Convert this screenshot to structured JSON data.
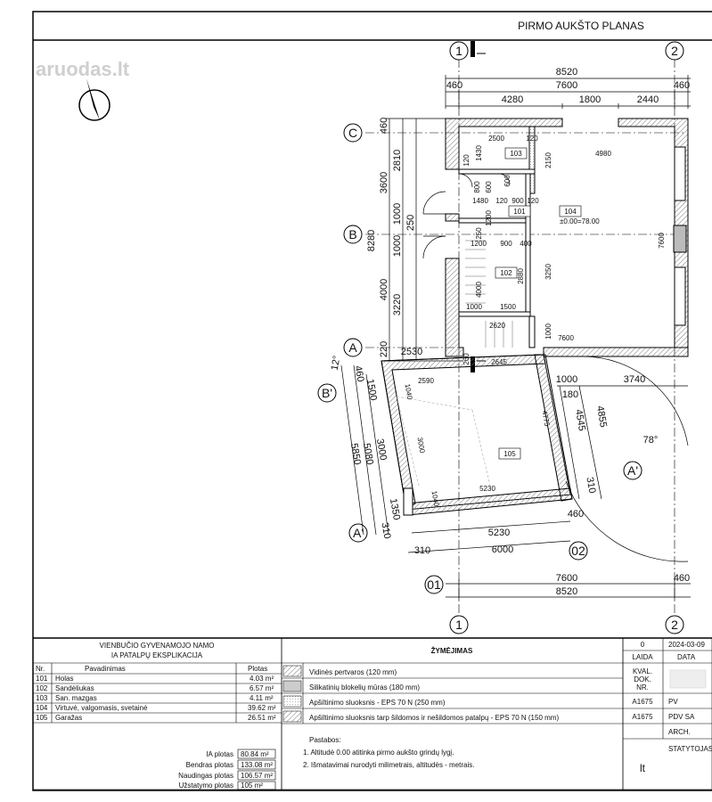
{
  "header": {
    "title": "PIRMO AUKŠTO PLANAS"
  },
  "watermark": {
    "text": "aruodas.lt"
  },
  "grid": {
    "top_1": "1",
    "top_2": "2",
    "bottom_1": "1",
    "bottom_2": "2",
    "c": "C",
    "b": "B",
    "a": "A",
    "b_prime": "B'",
    "a_prime_left": "A'",
    "a_prime_right": "A'",
    "g01": "01",
    "g02": "02"
  },
  "dims": {
    "top_total": "8520",
    "top_460_left": "460",
    "top_7600": "7600",
    "top_460_right": "460",
    "top_4280": "4280",
    "top_1800": "1800",
    "top_2440": "2440",
    "left_460": "460",
    "left_3600": "3600",
    "left_2810": "2810",
    "left_8280": "8280",
    "left_1000a": "1000",
    "left_250": "250",
    "left_1000b": "1000",
    "left_4000": "4000",
    "left_3220": "3220",
    "left_220": "220",
    "left_2530": "2530",
    "in_2500": "2500",
    "in_120a": "120",
    "in_1430": "1430",
    "in_120b": "120",
    "in_2150": "2150",
    "in_4980": "4980",
    "in_800": "800",
    "in_600a": "600",
    "in_600b": "600",
    "in_1480": "1480",
    "in_120c": "120",
    "in_900a": "900",
    "in_120d": "120",
    "in_1200a": "1200",
    "in_250": "250",
    "in_1200b": "1200",
    "in_900b": "900",
    "in_400": "400",
    "in_7600v": "7600",
    "in_2880": "2880",
    "in_3250": "3250",
    "in_4000": "4000",
    "in_1000a": "1000",
    "in_1500": "1500",
    "in_2620": "2620",
    "in_1000b": "1000",
    "in_7600h": "7600",
    "in_260": "260",
    "in_2645": "2645",
    "r_1000": "1000",
    "r_3740": "3740",
    "r_180": "180",
    "r_4545": "4545",
    "r_4855": "4855",
    "r_78": "78°",
    "r_310": "310",
    "g_2590": "2590",
    "g_1040a": "1040",
    "g_3000": "3000",
    "g_4775": "4775",
    "g_5230a": "5230",
    "g_1040b": "1040",
    "l_12": "12°",
    "l_460": "460",
    "l_1500": "1500",
    "l_5850": "5850",
    "l_5080": "5080",
    "l_3000": "3000",
    "l_1350": "1350",
    "l_310": "310",
    "b_5230": "5230",
    "b_460": "460",
    "b_310": "310",
    "b_6000": "6000",
    "b_7600": "7600",
    "b_460b": "460",
    "b_8520": "8520"
  },
  "rooms": {
    "r103": "103",
    "r101": "101",
    "r104": "104",
    "r104_level": "±0.00=78.00",
    "r102": "102",
    "r105": "105"
  },
  "legend_left": {
    "title_line1": "VIENBUČIO GYVENAMOJO NAMO",
    "title_line2": "IA PATALPŲ EKSPLIKACIJA",
    "col_nr": "Nr.",
    "col_name": "Pavadinimas",
    "col_area": "Plotas",
    "rows": [
      {
        "nr": "101",
        "name": "Holas",
        "area": "4.03 m²"
      },
      {
        "nr": "102",
        "name": "Sandėliukas",
        "area": "6.57 m²"
      },
      {
        "nr": "103",
        "name": "San. mazgas",
        "area": "4.11 m²"
      },
      {
        "nr": "104",
        "name": "Virtuvė, valgomasis, svetainė",
        "area": "39.62 m²"
      },
      {
        "nr": "105",
        "name": "Garažas",
        "area": "26.51 m²"
      }
    ],
    "totals": [
      {
        "label": "IA plotas",
        "value": "80.84 m²"
      },
      {
        "label": "Bendras plotas",
        "value": "133.08 m²"
      },
      {
        "label": "Naudingas plotas",
        "value": "106.57 m²"
      },
      {
        "label": "Užstatymo plotas",
        "value": "105 m²"
      }
    ]
  },
  "legend_mid": {
    "title": "ŽYMĖJIMAS",
    "items": [
      "Vidinės pertvaros (120 mm)",
      "Silikatinių blokelių mūras (180 mm)",
      "Apšiltinimo sluoksnis - EPS 70 N (250 mm)",
      "Apšiltinimo sluoksnis tarp šildomos ir nešildomos patalpų - EPS 70 N (150 mm)"
    ],
    "notes_title": "Pastabos:",
    "notes": [
      "1. Altitudė  0.00 atitinka pirmo aukšto grindų lygį.",
      "2. Išmatavimai nurodyti milimetrais, altitudės - metrais."
    ]
  },
  "legend_right": {
    "laida_no": "0",
    "date": "2024-03-09",
    "laida": "LAIDA",
    "data": "DATA",
    "kval": "KVAL.",
    "dok": "DOK.",
    "nr": "NR.",
    "a1": "A1675",
    "pv": "PV",
    "a2": "A1675",
    "pdv": "PDV SA",
    "arch": "ARCH.",
    "statytojas": "STATYTOJAS I",
    "lt": "lt"
  }
}
